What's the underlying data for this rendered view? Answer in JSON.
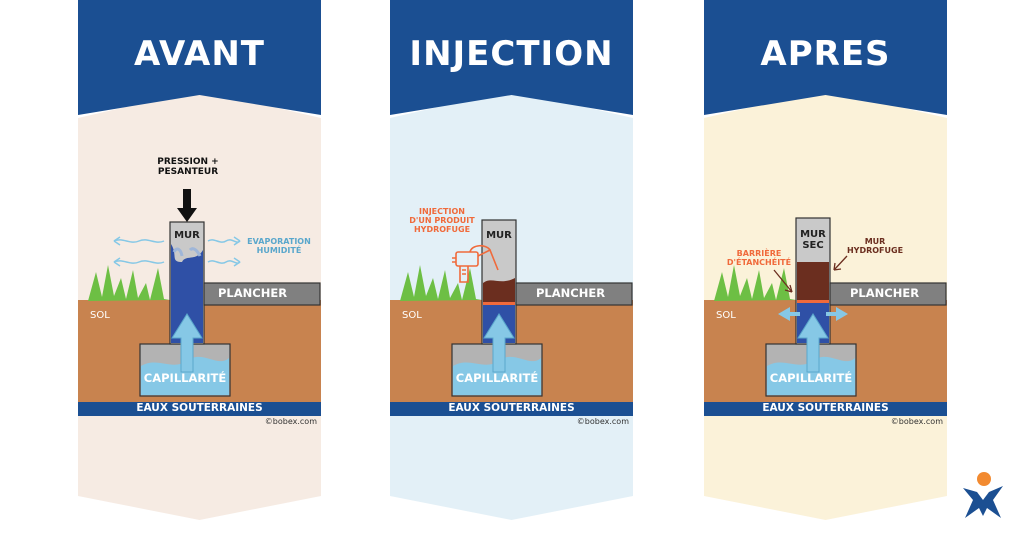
{
  "panels": [
    {
      "title": "AVANT",
      "wall_label": "MUR",
      "pression": "PRESSION +",
      "pesanteur": "PESANTEUR",
      "evaporation": "EVAPORATION",
      "humidite": "HUMIDITÉ",
      "plancher": "PLANCHER",
      "sol": "SOL",
      "capillarite": "CAPILLARITÉ",
      "eaux": "EAUX SOUTERRAINES",
      "copyright": "©bobex.com"
    },
    {
      "title": "INJECTION",
      "wall_label": "MUR",
      "injection_line1": "INJECTION",
      "injection_line2": "D'UN PRODUIT",
      "injection_line3": "HYDROFUGE",
      "plancher": "PLANCHER",
      "sol": "SOL",
      "capillarite": "CAPILLARITÉ",
      "eaux": "EAUX SOUTERRAINES",
      "copyright": "©bobex.com"
    },
    {
      "title": "APRES",
      "wall_label_1": "MUR",
      "wall_label_2": "SEC",
      "barriere_line1": "BARRIÈRE",
      "barriere_line2": "D'ÉTANCHÉITÉ",
      "hydrofuge_line1": "MUR",
      "hydrofuge_line2": "HYDROFUGE",
      "plancher": "PLANCHER",
      "sol": "SOL",
      "capillarite": "CAPILLARITÉ",
      "eaux": "EAUX SOUTERRAINES",
      "copyright": "©bobex.com"
    }
  ],
  "colors": {
    "banner_blue": "#1b4f92",
    "panel1_bg": "#f6ebe3",
    "panel2_bg": "#e3f0f7",
    "panel3_bg": "#fbf2d9",
    "soil": "#c8834f",
    "water_blue": "#2f50a6",
    "light_blue": "#86c8e6",
    "grass": "#6dbf44",
    "plancher_gray": "#808080",
    "injection_orange": "#f06a3b",
    "hydrofuge_brown": "#6b2e1f",
    "logo_orange": "#f28a30",
    "logo_blue": "#1b4f92"
  }
}
